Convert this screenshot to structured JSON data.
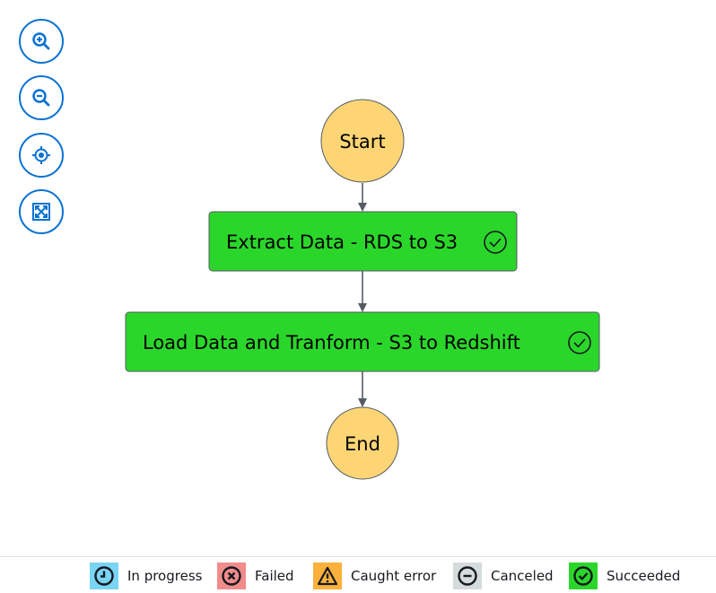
{
  "controls": {
    "zoom_in": "zoom-in-icon",
    "zoom_out": "zoom-out-icon",
    "center": "center-icon",
    "fit": "fit-to-screen-icon"
  },
  "diagram": {
    "start_label": "Start",
    "end_label": "End",
    "states": [
      {
        "label": "Extract Data - RDS to S3",
        "status": "Succeeded"
      },
      {
        "label": "Load Data and Tranform - S3 to Redshift",
        "status": "Succeeded"
      }
    ],
    "colors": {
      "terminal_fill": "#fdd575",
      "succeeded_fill": "#2bd62b",
      "edge": "#545b64"
    }
  },
  "legend": [
    {
      "label": "In progress",
      "icon": "clock-icon",
      "color": "#7ad4f4"
    },
    {
      "label": "Failed",
      "icon": "x-circle-icon",
      "color": "#f08c8c"
    },
    {
      "label": "Caught error",
      "icon": "warning-icon",
      "color": "#fbb13c"
    },
    {
      "label": "Canceled",
      "icon": "minus-circle-icon",
      "color": "#d5dbdb"
    },
    {
      "label": "Succeeded",
      "icon": "check-circle-icon",
      "color": "#2bd62b"
    }
  ]
}
